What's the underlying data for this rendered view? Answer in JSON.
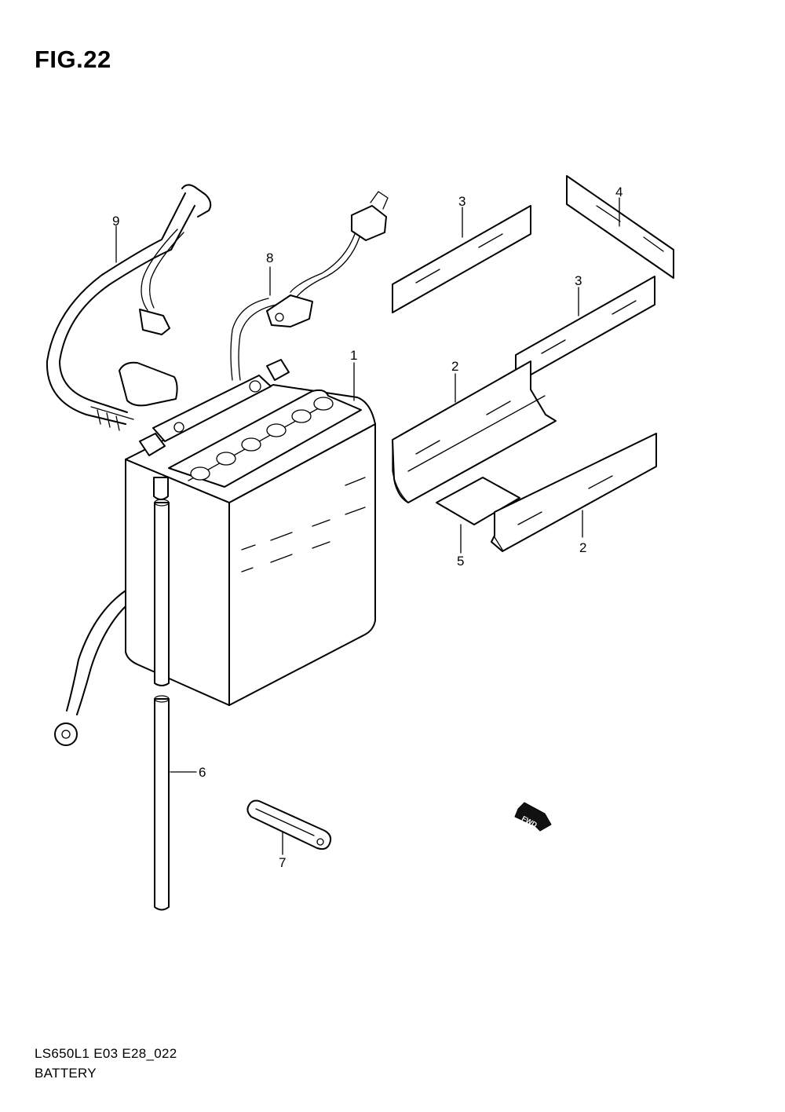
{
  "figure": {
    "title": "FIG.22",
    "code": "LS650L1 E03 E28_022",
    "name": "BATTERY"
  },
  "callouts": [
    {
      "id": "1",
      "label": "1"
    },
    {
      "id": "2a",
      "label": "2"
    },
    {
      "id": "2b",
      "label": "2"
    },
    {
      "id": "3a",
      "label": "3"
    },
    {
      "id": "3b",
      "label": "3"
    },
    {
      "id": "4",
      "label": "4"
    },
    {
      "id": "5",
      "label": "5"
    },
    {
      "id": "6",
      "label": "6"
    },
    {
      "id": "7",
      "label": "7"
    },
    {
      "id": "8",
      "label": "8"
    },
    {
      "id": "9",
      "label": "9"
    }
  ],
  "direction_marker": {
    "label": "FWD",
    "icon": "forward-arrow-icon"
  }
}
